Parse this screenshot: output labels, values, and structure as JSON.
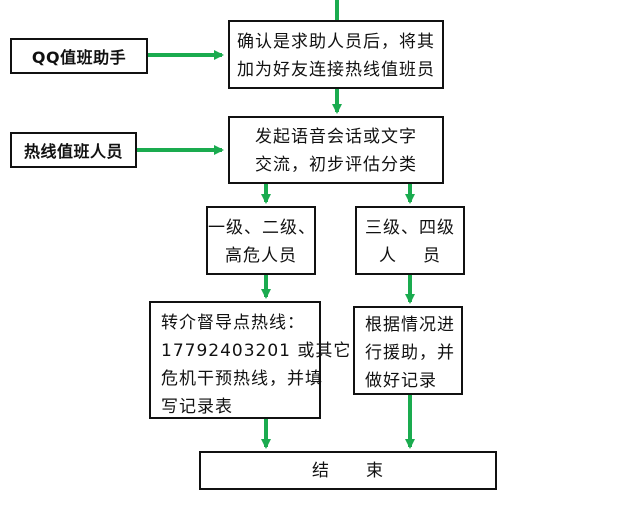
{
  "colors": {
    "arrow": "#1aab4f",
    "border": "#111111",
    "background": "#ffffff",
    "text": "#111111"
  },
  "left_labels": {
    "qq_assistant": "QQ值班助手",
    "hotline_staff": "热线值班人员"
  },
  "nodes": {
    "confirm": [
      "确认是求助人员后，将其",
      "加为好友连接热线值班员"
    ],
    "chat": [
      "发起语音会话或文字",
      "交流，初步评估分类"
    ],
    "high_risk": [
      "一级、二级、",
      "高危人员"
    ],
    "low_risk": [
      "三级、四级",
      [
        "人",
        "员"
      ]
    ],
    "transfer": [
      "转介督导点热线：",
      "17792403201 或其它",
      "危机干预热线，并填",
      "写记录表"
    ],
    "assist": [
      "根据情况进",
      "行援助，并",
      "做好记录"
    ],
    "end": [
      "结",
      "束"
    ]
  }
}
